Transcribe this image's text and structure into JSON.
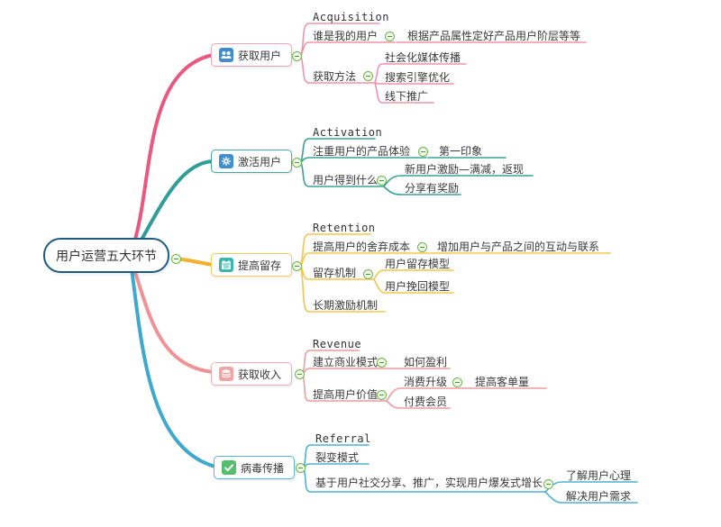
{
  "central": {
    "label": "用户运营五大环节"
  },
  "branches": [
    {
      "label": "获取用户",
      "tagline": "Acquisition",
      "icon": "users-icon",
      "color": "#f193ac",
      "curve_color": "#e9587f",
      "children": [
        {
          "label": "谁是我的用户",
          "children": [
            {
              "label": "根据产品属性定好产品用户阶层等等"
            }
          ]
        },
        {
          "label": "获取方法",
          "children": [
            {
              "label": "社会化媒体传播"
            },
            {
              "label": "搜索引擎优化"
            },
            {
              "label": "线下推广"
            }
          ]
        }
      ]
    },
    {
      "label": "激活用户",
      "tagline": "Activation",
      "icon": "gear-icon",
      "color": "#36a399",
      "curve_color": "#2f9e98",
      "children": [
        {
          "label": "注重用户的产品体验",
          "children": [
            {
              "label": "第一印象"
            }
          ]
        },
        {
          "label": "用户得到什么",
          "children": [
            {
              "label": "新用户激励—满减，返现"
            },
            {
              "label": "分享有奖励"
            }
          ]
        }
      ]
    },
    {
      "label": "提高留存",
      "tagline": "Retention",
      "icon": "calendar-icon",
      "color": "#f5c54a",
      "curve_color": "#f5ae2d",
      "children": [
        {
          "label": "提高用户的舍弃成本",
          "children": [
            {
              "label": "增加用户与产品之间的互动与联系"
            }
          ]
        },
        {
          "label": "留存机制",
          "children": [
            {
              "label": "用户留存模型"
            },
            {
              "label": "用户挽回模型"
            }
          ]
        },
        {
          "label": "长期激励机制"
        }
      ]
    },
    {
      "label": "获取收入",
      "tagline": "Revenue",
      "icon": "coins-icon",
      "color": "#f09b9e",
      "curve_color": "#ef9396",
      "children": [
        {
          "label": "建立商业模式",
          "children": [
            {
              "label": "如何盈利"
            }
          ]
        },
        {
          "label": "提高用户价值",
          "children": [
            {
              "label": "消费升级",
              "children": [
                {
                  "label": "提高客单量"
                }
              ]
            },
            {
              "label": "付费会员"
            }
          ]
        }
      ]
    },
    {
      "label": "病毒传播",
      "tagline": "Referral",
      "icon": "check-icon",
      "color": "#4db1d3",
      "curve_color": "#3fa8cd",
      "children": [
        {
          "label": "裂变模式"
        },
        {
          "label": "基于用户社交分享、推广，实现用户爆发式增长",
          "children": [
            {
              "label": "了解用户心理"
            },
            {
              "label": "解决用户需求"
            }
          ]
        }
      ]
    }
  ],
  "icons": {
    "users-icon": "two people on blue square",
    "gear-icon": "⚙ gear on blue square",
    "calendar-icon": "calendar on teal square",
    "coins-icon": "stacked coins on salmon square",
    "check-icon": "✓ checkmark on green square",
    "collapse-icon": "⊖ green minus circle"
  },
  "colors": {
    "central_border": "#1c5d84",
    "collapse_green": "#6cb54d",
    "text": "#3a3a3a"
  }
}
